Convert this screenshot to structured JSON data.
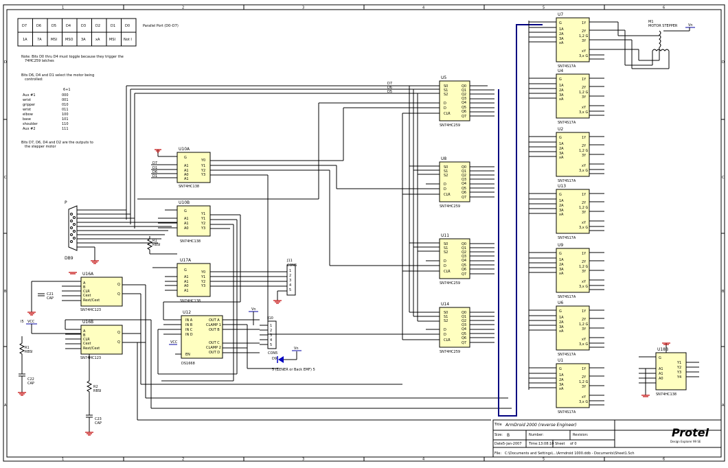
{
  "border": {
    "cols": [
      "1",
      "2",
      "3",
      "4",
      "5",
      "6"
    ],
    "rows": [
      "D",
      "C",
      "B",
      "A"
    ]
  },
  "port_table": {
    "row1": [
      "D7",
      "D6",
      "D5",
      "D4",
      "D3",
      "D2",
      "D1",
      "D0"
    ],
    "row2": [
      "1A",
      "7A",
      "MSI",
      "MSO",
      "3A",
      "xA",
      "MSI",
      "Not I"
    ],
    "caption": "Parallel Port (D0–D7)"
  },
  "notes": {
    "n1a": "Note: Bits D0 thru D4 must toggle because they trigger the",
    "n1b": "74HC259 latches",
    "n2a": "Bits D6, D4 and D1 select the motor being",
    "n2b": "controlled:",
    "col_hdr": "6+1",
    "motors": [
      {
        "name": "Aux #1",
        "code": "000"
      },
      {
        "name": "wrist",
        "code": "001"
      },
      {
        "name": "gripper",
        "code": "010"
      },
      {
        "name": "wrist",
        "code": "011"
      },
      {
        "name": "elbow",
        "code": "100"
      },
      {
        "name": "base",
        "code": "101"
      },
      {
        "name": "shoulder",
        "code": "110"
      },
      {
        "name": "Aux #2",
        "code": "111"
      }
    ],
    "n3a": "Bits D7, D6, D4 and D2 are the outputs to",
    "n3b": "the stepper motor"
  },
  "labels": {
    "u10a": "U10A",
    "u10b": "U10B",
    "u17a": "U17A",
    "u16a": "U16A",
    "u16b": "U16B",
    "u12": "U12",
    "u18b": "U18B",
    "u5": "U5",
    "u8": "U8",
    "u11": "U11",
    "u14": "U14",
    "hc138": "SN74HC138",
    "hc259": "SN74HC259",
    "hc123": "SN74HC123",
    "ds": "DS1668",
    "dtype": "SN74S17A",
    "u7": "U7",
    "u4": "U4",
    "u2": "U2",
    "u13": "U13",
    "u9": "U9",
    "u6": "U6",
    "u1": "U1",
    "p": "P",
    "db9": "DB9",
    "j11": "J11",
    "con5a": "CON5",
    "j10": "J10",
    "con5b": "CON5",
    "d9": "D9",
    "diode_note": "5 (ZENER or Back EMF) 5",
    "r1": "R1",
    "rbsi": "RBSI",
    "r2": "R2",
    "c21": "C21",
    "c22": "C22",
    "c23": "C23",
    "cap": "CAP",
    "m1": "M1",
    "motor": "MOTOR STEPPER",
    "vcc": "VCC",
    "vn": "Vn",
    "i5": "I5",
    "d7": "D7",
    "d6": "D6",
    "d5": "D5",
    "d4": "D4",
    "d1": "D1"
  },
  "title_block": {
    "title_lbl": "Title",
    "title": "ArmDroid 2000 (reverse Engineer)",
    "size_lbl": "Size:",
    "size": "B",
    "number_lbl": "Number:",
    "rev_lbl": "Revision:",
    "date_lbl": "Date:",
    "date": "5-Jan-2007",
    "time_lbl": "Time:",
    "time": "13:08:10",
    "sheet_lbl": "Sheet",
    "sheet": "of 0",
    "file_lbl": "File:",
    "file": "C:\\Documents and Settings\\...\\Armdroid 1000.ddb - Documents\\Sheet1.Sch",
    "logo": "Protel",
    "logo_sub": "Design Explorer 99 SE"
  }
}
